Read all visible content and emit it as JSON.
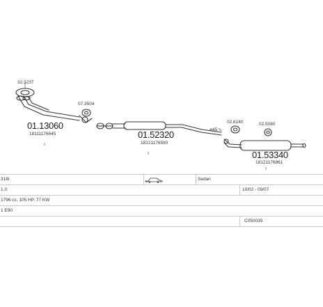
{
  "diagram": {
    "parts": [
      {
        "id": "front_pipe",
        "number": "01.13060",
        "oe": "18111176645"
      },
      {
        "id": "middle_silencer",
        "number": "01.52320",
        "oe": "18121176590"
      },
      {
        "id": "rear_silencer",
        "number": "01.53340",
        "oe": "18121176861"
      }
    ],
    "accessories": [
      {
        "id": "gasket_front",
        "number": "32.3237"
      },
      {
        "id": "clamp_1",
        "number": "07.3504"
      },
      {
        "id": "hanger_1",
        "number": "02.6140"
      },
      {
        "id": "hanger_2",
        "number": "02.5080"
      }
    ],
    "pipe_size_label": "ø45"
  },
  "info": {
    "model": "318i",
    "body_type": "Sedan",
    "engine": "1.0",
    "years": "10/02 - 09/07",
    "engine_details": "1796 cc, 105 HP, 77 KW",
    "chassis": "1 E90",
    "code": "C050035"
  }
}
